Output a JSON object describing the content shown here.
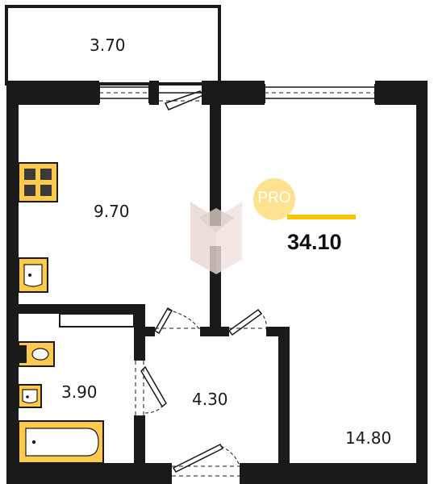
{
  "rooms": {
    "balcony": {
      "area": "3.70"
    },
    "kitchen": {
      "area": "9.70"
    },
    "bathroom": {
      "area": "3.90"
    },
    "hall": {
      "area": "4.30"
    },
    "living": {
      "area": "14.80"
    }
  },
  "summary": {
    "total_area": "34.10"
  },
  "badge": {
    "text": "PRO"
  },
  "colors": {
    "wall": "#1a1a1a",
    "fixture_fill": "#ffc94d",
    "badge_circle": "#ffe28f",
    "badge_bar": "#ffc400",
    "watermark": "#e8d8d2"
  }
}
